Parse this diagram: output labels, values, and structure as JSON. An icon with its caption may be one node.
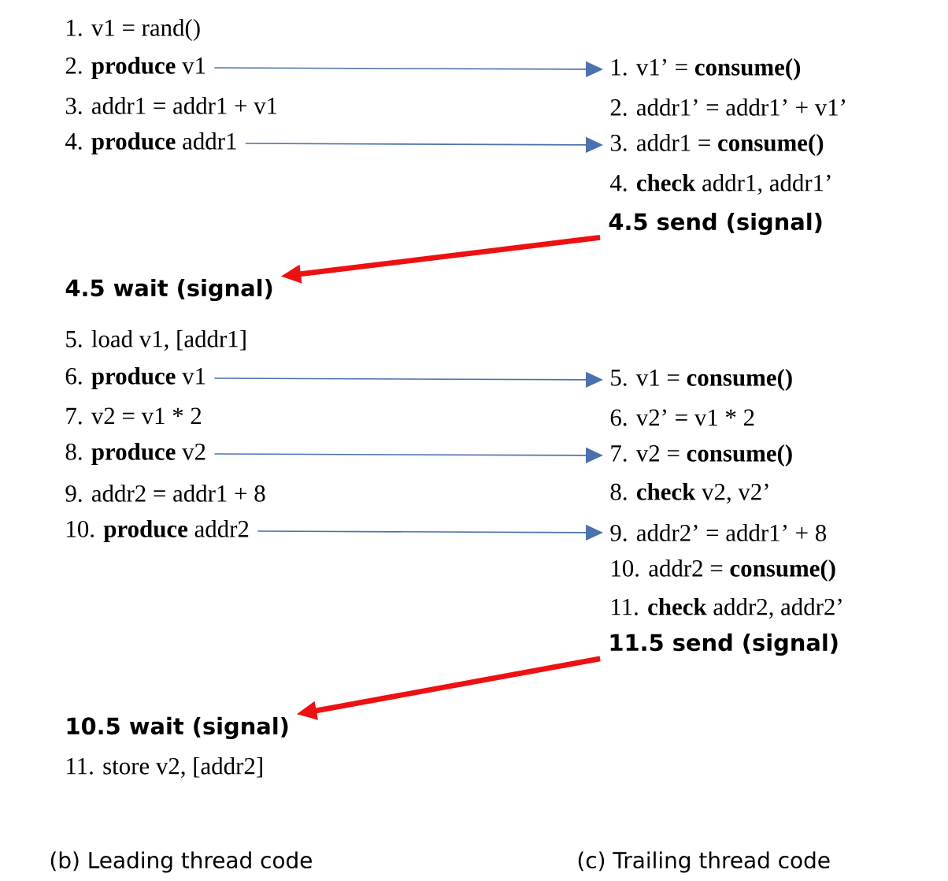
{
  "diagram": {
    "nodes": [
      {
        "text": [
          "2. **produce** v1"
        ]
      },
      {
        "text": [
          "1. v1’ = **consume()**"
        ]
      },
      {
        "text": [
          "4. **produce** addr1"
        ]
      },
      {
        "text": [
          "3. addr1 = **consume()**"
        ]
      },
      {
        "text": [
          "4.5 send (signal)"
        ]
      },
      {
        "text": [
          "4.5 wait (signal)"
        ]
      },
      {
        "text": [
          "6. **produce** v1"
        ]
      },
      {
        "text": [
          "5. v1 = **consume()**"
        ]
      },
      {
        "text": [
          "8. **produce** v2"
        ]
      },
      {
        "text": [
          "7. v2 = **consume()**"
        ]
      },
      {
        "text": [
          "10. **produce** addr2"
        ]
      },
      {
        "text": [
          "9. addr2’ = addr1’ + 8"
        ]
      },
      {
        "text": [
          "11.5 send (signal)"
        ]
      },
      {
        "text": [
          "10.5 wait (signal)"
        ]
      }
    ],
    "edges": [
      {
        "from": 0,
        "to": 1,
        "arrow": "to"
      },
      {
        "from": 2,
        "to": 3,
        "arrow": "to"
      },
      {
        "from": 4,
        "to": 5,
        "arrow": "to",
        "style": "thick",
        "color": "#ee1111"
      },
      {
        "from": 6,
        "to": 7,
        "arrow": "to"
      },
      {
        "from": 8,
        "to": 9,
        "arrow": "to"
      },
      {
        "from": 10,
        "to": 11,
        "arrow": "to"
      },
      {
        "from": 12,
        "to": 13,
        "arrow": "to",
        "style": "thick",
        "color": "#ee1111"
      }
    ],
    "labels": [
      "1. v1 = rand()",
      "3. addr1 = addr1 + v1",
      "2. addr1’ = addr1’ + v1’",
      "4. **check** addr1, addr1’",
      "5. load v1, [addr1]",
      "7. v2 = v1 * 2",
      "6. v2’ = v1 * 2",
      "9. addr2 = addr1 + 8",
      "8. **check** v2, v2’",
      "10. addr2 = **consume()**",
      "11. **check** addr2, addr2’",
      "11. store v2, [addr2]",
      "(b) Leading thread code",
      "(c) Trailing thread code"
    ]
  }
}
